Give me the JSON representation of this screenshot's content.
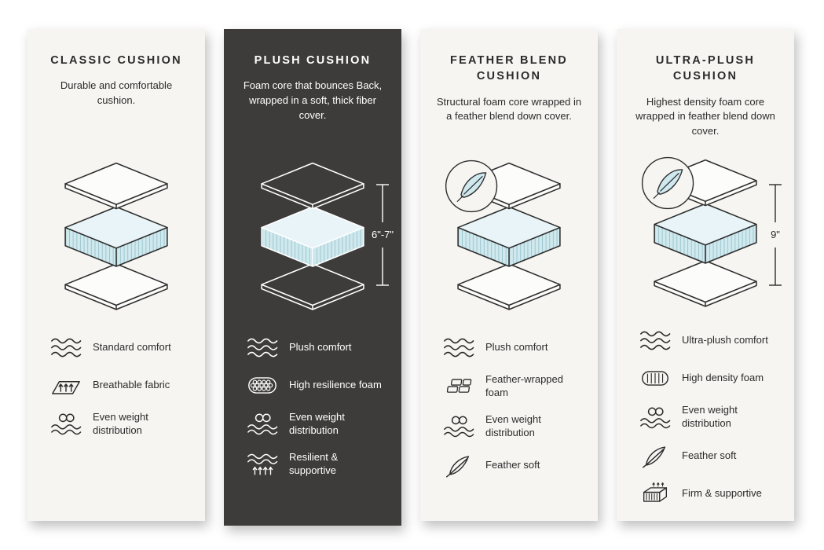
{
  "page": {
    "background": "#ffffff"
  },
  "colors": {
    "panel_light_bg": "#f6f5f2",
    "panel_dark_bg": "#3d3c3a",
    "outline_dark": "#2e2e2e",
    "outline_light": "#ffffff",
    "foam_fill": "#cfe9ee",
    "foam_top_fill": "#e8f4f7",
    "foam_stripe": "#9fc6cf",
    "text_dark": "#2b2b2b",
    "text_light": "#ffffff"
  },
  "panels": [
    {
      "id": "classic-cushion",
      "theme": "light",
      "title": "CLASSIC CUSHION",
      "description": "Durable and comfortable cushion.",
      "dimension": "",
      "feather_badge": false,
      "features": [
        {
          "icon": "waves-icon",
          "label": "Standard comfort"
        },
        {
          "icon": "breathable-fabric-icon",
          "label": "Breathable fabric"
        },
        {
          "icon": "even-weight-icon",
          "label": "Even weight distribution"
        }
      ]
    },
    {
      "id": "plush-cushion",
      "theme": "dark",
      "title": "PLUSH CUSHION",
      "description": "Foam core that bounces Back, wrapped in a soft, thick fiber cover.",
      "dimension": "6\"-7\"",
      "feather_badge": false,
      "features": [
        {
          "icon": "waves-icon",
          "label": "Plush comfort"
        },
        {
          "icon": "honeycomb-foam-icon",
          "label": "High resilience foam"
        },
        {
          "icon": "even-weight-icon",
          "label": "Even weight distribution"
        },
        {
          "icon": "resilient-supportive-icon",
          "label": "Resilient & supportive"
        }
      ]
    },
    {
      "id": "feather-blend-cushion",
      "theme": "light",
      "title": "FEATHER BLEND CUSHION",
      "description": "Structural foam core wrapped in a feather blend down cover.",
      "dimension": "",
      "feather_badge": true,
      "features": [
        {
          "icon": "waves-icon",
          "label": "Plush comfort"
        },
        {
          "icon": "feather-wrapped-foam-icon",
          "label": "Feather-wrapped foam"
        },
        {
          "icon": "even-weight-icon",
          "label": "Even weight distribution"
        },
        {
          "icon": "feather-icon",
          "label": "Feather soft"
        }
      ]
    },
    {
      "id": "ultra-plush-cushion",
      "theme": "light",
      "title": "ULTRA-PLUSH CUSHION",
      "description": "Highest density foam core wrapped in feather blend down cover.",
      "dimension": "9\"",
      "feather_badge": true,
      "features": [
        {
          "icon": "waves-icon",
          "label": "Ultra-plush comfort"
        },
        {
          "icon": "high-density-foam-icon",
          "label": "High density foam"
        },
        {
          "icon": "even-weight-icon",
          "label": "Even weight distribution"
        },
        {
          "icon": "feather-icon",
          "label": "Feather soft"
        },
        {
          "icon": "firm-supportive-icon",
          "label": "Firm & supportive"
        }
      ]
    }
  ]
}
